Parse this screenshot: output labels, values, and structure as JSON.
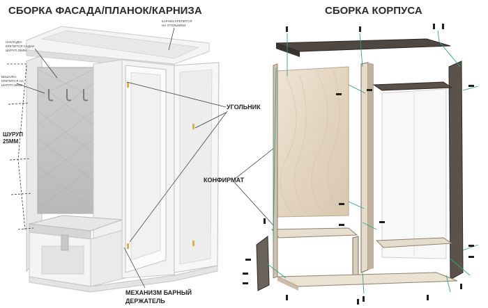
{
  "diagram": {
    "left_title": "СБОРКА ФАСАДА/ПЛАНОК/КАРНИЗА",
    "right_title": "СБОРКА КОРПУСА",
    "labels": {
      "ugolnik": "УГОЛЬНИК",
      "konfirmat": "КОНФИРМАТ",
      "mechanism_line1": "МЕХАНИЗМ БАРНЫЙ",
      "mechanism_line2": "ДЕРЖАТЕЛЬ",
      "shurup_line1": "ШУРУП",
      "shurup_line2": "25MM"
    },
    "tiny_notes": {
      "cornice_line1": "КАРНИЗ КРЕПИТСЯ",
      "cornice_line2": "НА УГОЛЬНИКИ",
      "strip_line1": "НАКЛАДКА",
      "strip_line2": "КРЕПИТСЯ САДАН",
      "strip_line3": "ШУРУП 25ММ",
      "hook_line1": "ВЕШАЛКА",
      "hook_line2": "КРЕПИТСЯ НА",
      "hook_line3": "ШУРУП 25ММ"
    }
  },
  "colors": {
    "wood_light": "#e9dccb",
    "wood_dark": "#5a504a",
    "cabinet_white": "#f2f2f2",
    "guide_line": "#2aa58a"
  }
}
